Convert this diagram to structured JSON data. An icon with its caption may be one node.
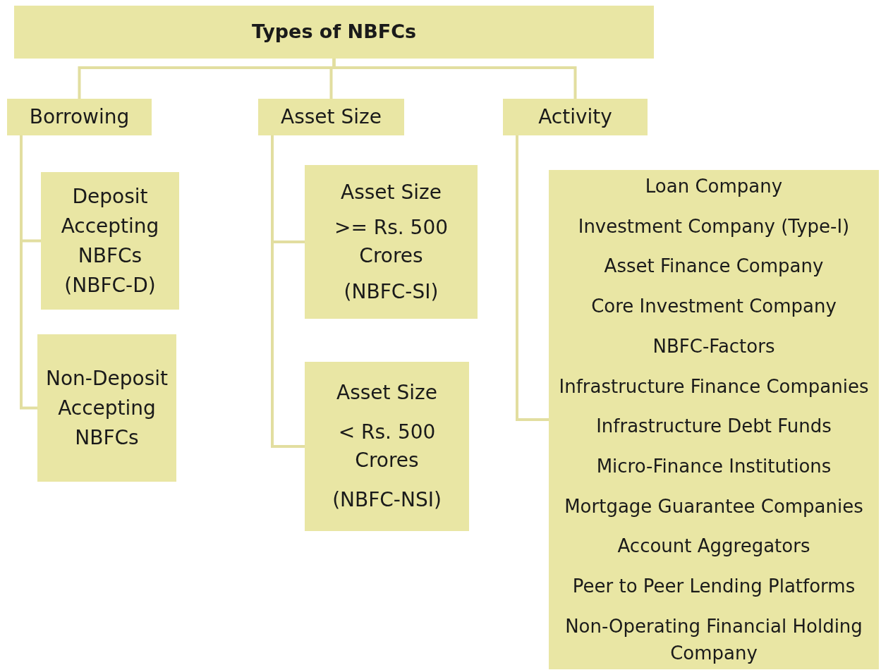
{
  "diagram": {
    "nodes": [
      {
        "text": [
          "Types of NBFCs"
        ]
      },
      {
        "text": [
          "Borrowing"
        ]
      },
      {
        "text": [
          "Asset Size"
        ]
      },
      {
        "text": [
          "Activity"
        ]
      },
      {
        "text": [
          "Deposit Accepting NBFCs (NBFC-D)"
        ]
      },
      {
        "text": [
          "Non-Deposit Accepting NBFCs"
        ]
      },
      {
        "text": [
          "Asset Size",
          ">= Rs. 500 Crores",
          "(NBFC-SI)"
        ]
      },
      {
        "text": [
          "Asset Size",
          "< Rs. 500 Crores",
          "(NBFC-NSI)"
        ]
      },
      {
        "text": [
          "Loan Company",
          "Investment Company (Type-I)",
          "Asset Finance Company",
          "Core Investment Company",
          "NBFC-Factors",
          "Infrastructure Finance Companies",
          "Infrastructure Debt Funds",
          "Micro-Finance Institutions",
          "Mortgage Guarantee Companies",
          "Account Aggregators",
          "Peer to Peer Lending Platforms",
          "Non-Operating Financial Holding Company"
        ]
      }
    ],
    "edges": [
      {
        "from": 0,
        "to": 1,
        "arrow": "none"
      },
      {
        "from": 0,
        "to": 2,
        "arrow": "none"
      },
      {
        "from": 0,
        "to": 3,
        "arrow": "none"
      },
      {
        "from": 1,
        "to": 4,
        "arrow": "none"
      },
      {
        "from": 1,
        "to": 5,
        "arrow": "none"
      },
      {
        "from": 2,
        "to": 6,
        "arrow": "none"
      },
      {
        "from": 2,
        "to": 7,
        "arrow": "none"
      },
      {
        "from": 3,
        "to": 8,
        "arrow": "none"
      }
    ]
  }
}
